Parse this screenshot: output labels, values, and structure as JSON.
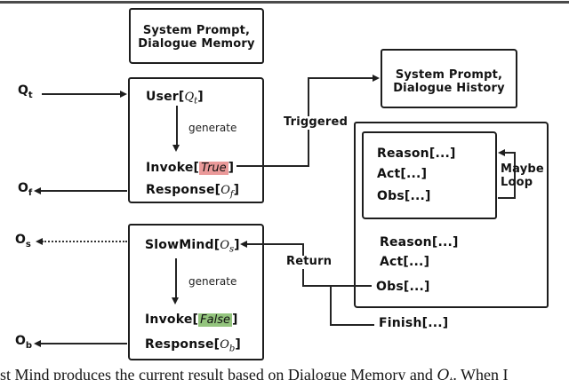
{
  "diagram": {
    "memory_box": {
      "line1": "System Prompt,",
      "line2": "Dialogue Memory"
    },
    "history_box": {
      "line1": "System Prompt,",
      "line2": "Dialogue History"
    },
    "fast_mind": {
      "user": {
        "prefix": "User[",
        "var": "Q",
        "sub": "t",
        "suffix": "]"
      },
      "generate": "generate",
      "invoke": {
        "prefix": "Invoke[",
        "value": "True",
        "suffix": "]"
      },
      "response": {
        "prefix": "Response[",
        "var": "O",
        "sub": "f",
        "suffix": "]"
      }
    },
    "slow_mind": {
      "head": {
        "prefix": "SlowMind[",
        "var": "O",
        "sub": "s",
        "suffix": "]"
      },
      "generate": "generate",
      "invoke": {
        "prefix": "Invoke[",
        "value": "False",
        "suffix": "]"
      },
      "response": {
        "prefix": "Response[",
        "var": "O",
        "sub": "b",
        "suffix": "]"
      }
    },
    "react": {
      "loop": [
        "Reason[...]",
        "Act[...]",
        "Obs[...]"
      ],
      "tail": [
        "Reason[...]",
        "Act[...]",
        "Obs[...]"
      ],
      "maybe1": "Maybe",
      "maybe2": "Loop",
      "finish": "Finish[...]"
    },
    "labels": {
      "triggered": "Triggered",
      "return": "Return"
    },
    "io": {
      "qt": {
        "base": "Q",
        "sub": "t"
      },
      "of": {
        "base": "O",
        "sub": "f"
      },
      "os": {
        "base": "O",
        "sub": "s"
      },
      "ob": {
        "base": "O",
        "sub": "b"
      }
    },
    "colors": {
      "true_bg": "#ea9999",
      "false_bg": "#93c47d",
      "top_rule": "#4a4a4a"
    }
  },
  "caption": {
    "text": "st Mind produces the current result based on Dialogue Memory and ",
    "var": "Q",
    "sub": "t",
    "tail": ".  When I"
  }
}
